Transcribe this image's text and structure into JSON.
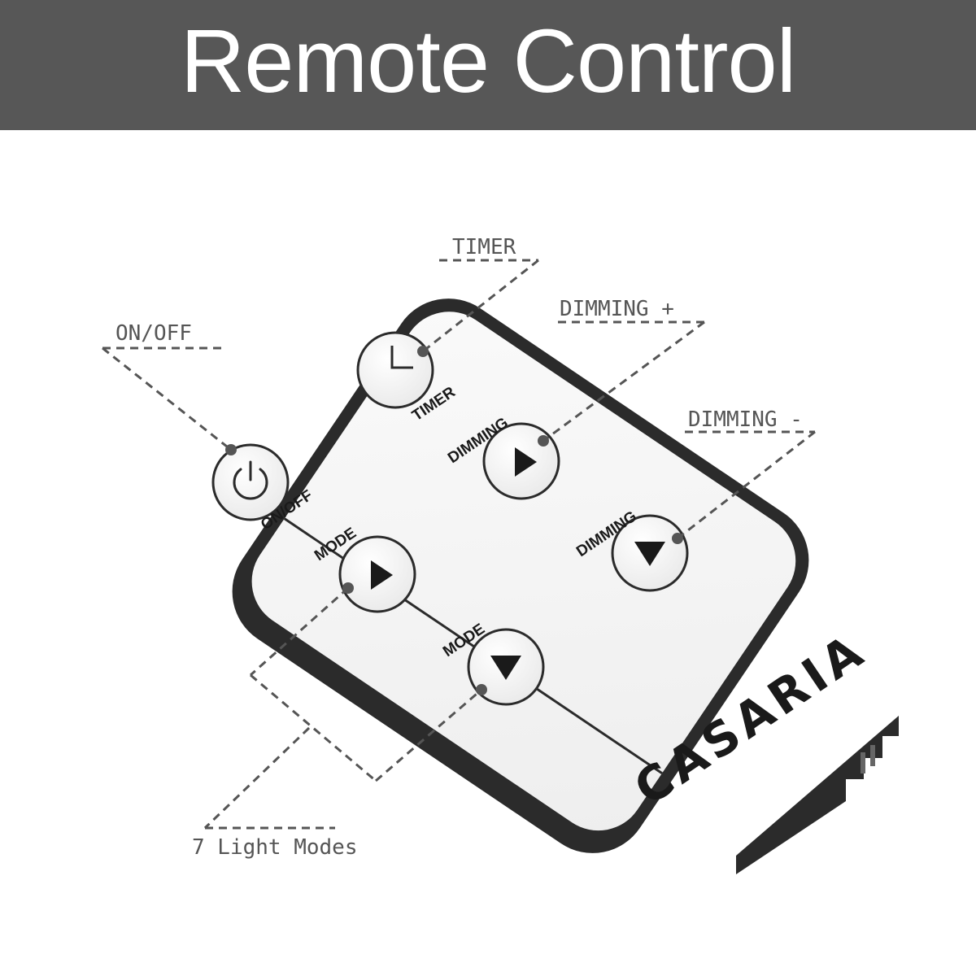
{
  "banner": {
    "title": "Remote Control"
  },
  "callouts": {
    "timer": "TIMER",
    "dimming_plus": "DIMMING +",
    "on_off": "ON/OFF",
    "dimming_minus": "DIMMING -",
    "light_modes": "7 Light Modes"
  },
  "remote": {
    "brand": "CASARIA",
    "buttons": {
      "timer": "TIMER",
      "dimming_up": "DIMMING",
      "on_off": "ON/OFF",
      "mode_up": "MODE",
      "dimming_down": "DIMMING",
      "mode_down": "MODE"
    }
  },
  "colors": {
    "banner": "#575757",
    "remote_body": "#2b2b2b",
    "remote_face": "#f4f4f4",
    "callout_text": "#555555"
  }
}
